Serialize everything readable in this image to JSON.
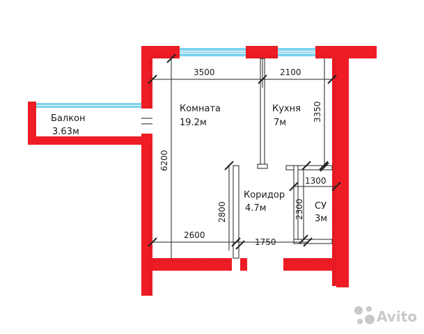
{
  "colors": {
    "wall": "#ee1c25",
    "wall_edge": "#b0101a",
    "window": "#7ad3f0",
    "line": "#222222",
    "hatch": "#8a0d14",
    "watermark": "#c9c9c9"
  },
  "rooms": {
    "balcony": {
      "name": "Балкон",
      "area": "3.63м"
    },
    "living": {
      "name": "Комната",
      "area": "19.2м"
    },
    "kitchen": {
      "name": "Кухня",
      "area": "7м"
    },
    "corridor": {
      "name": "Коридор",
      "area": "4.7м"
    },
    "bathroom": {
      "name": "СУ",
      "area": "3м"
    }
  },
  "dimensions": {
    "top_living_width": "3500",
    "top_kitchen_width": "2100",
    "kitchen_depth": "3350",
    "living_depth": "6200",
    "bathroom_width": "1300",
    "bathroom_depth": "2300",
    "corridor_wall": "2800",
    "bottom_living_width": "2600",
    "bottom_corridor_width": "1750"
  },
  "watermark": {
    "icon": "avito-dots-icon",
    "text": "Avito"
  }
}
